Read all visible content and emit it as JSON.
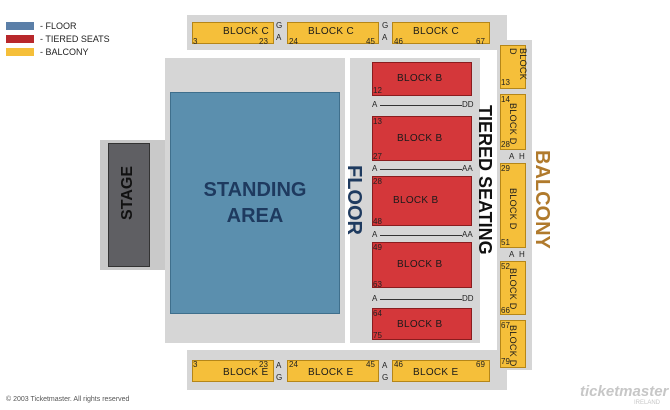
{
  "legend": [
    {
      "label": "- FLOOR",
      "color": "#5b7fa8"
    },
    {
      "label": "- TIERED SEATS",
      "color": "#b8282b"
    },
    {
      "label": "- BALCONY",
      "color": "#f5bf3a"
    }
  ],
  "stage_label": "STAGE",
  "standing_label_1": "STANDING",
  "standing_label_2": "AREA",
  "floor_label": "FLOOR",
  "tiered_label": "TIERED SEATING",
  "balcony_label": "BALCONY",
  "block_b": "BLOCK B",
  "block_c": "BLOCK C",
  "block_d": "BLOCK D",
  "block_e": "BLOCK E",
  "top_seats": {
    "a1": "3",
    "a2": "23",
    "b1": "24",
    "b2": "45",
    "c1": "46",
    "c2": "67"
  },
  "bottom_seats": {
    "a1": "3",
    "a2": "23",
    "b1": "24",
    "b2": "45",
    "c1": "46",
    "c2": "69"
  },
  "row_letters": {
    "g": "G",
    "a": "A"
  },
  "tiered_rows": {
    "r1": "12",
    "r2": "13",
    "r3": "27",
    "r4": "28",
    "r5": "48",
    "r6": "49",
    "r7": "63",
    "r8": "64",
    "r9": "75"
  },
  "aisles": {
    "a": "A",
    "dd": "DD",
    "aa": "AA"
  },
  "balcony_seats": {
    "s1": "13",
    "s2": "14",
    "s3": "28",
    "s4": "29",
    "s5": "51",
    "s6": "52",
    "s7": "66",
    "s8": "67",
    "s9": "79",
    "h": "H",
    "a": "A"
  },
  "copyright": "© 2003 Ticketmaster. All rights reserved",
  "brand": "ticketmaster",
  "brand_sub": "IRELAND"
}
